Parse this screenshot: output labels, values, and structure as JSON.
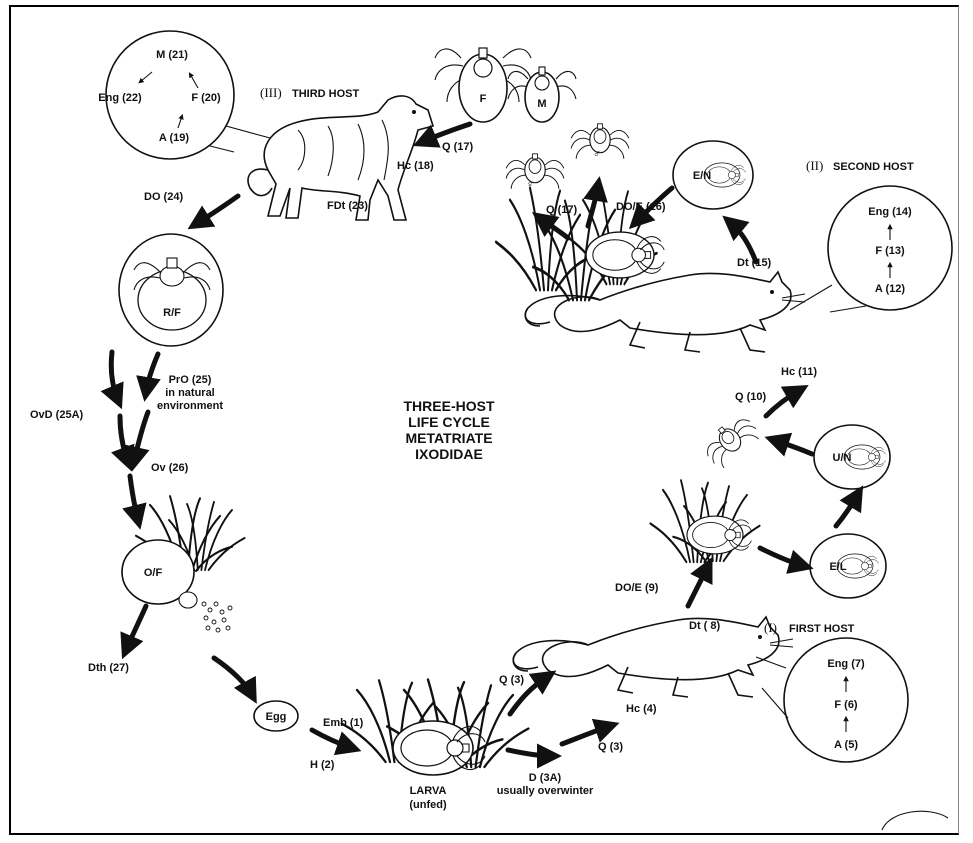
{
  "title": [
    "THREE-HOST",
    "LIFE CYCLE",
    "METATRIATE",
    "IXODIDAE"
  ],
  "hosts": {
    "first": {
      "numeral": "(I)",
      "label": "FIRST HOST",
      "cycle": [
        "Eng (7)",
        "F (6)",
        "A (5)"
      ]
    },
    "second": {
      "numeral": "(II)",
      "label": "SECOND HOST",
      "cycle": [
        "Eng (14)",
        "F (13)",
        "A (12)"
      ]
    },
    "third": {
      "numeral": "(III)",
      "label": "THIRD HOST",
      "cycle": [
        "M (21)",
        "Eng (22)",
        "F (20)",
        "A (19)"
      ]
    }
  },
  "stages": {
    "egg": "Egg",
    "larva": [
      "LARVA",
      "(unfed)"
    ],
    "of": "O/F",
    "rf": "R/F",
    "en": "E/N",
    "un": "U/N",
    "el": "E/L",
    "f": "F",
    "m": "M",
    "female_sym": "♀",
    "male_sym": "♂"
  },
  "steps": {
    "emb": "Emb (1)",
    "h": "H (2)",
    "q3a": "Q (3)",
    "q3b": "Q (3)",
    "hc4": "Hc (4)",
    "d3a": "D  (3A)",
    "overwinter": "usually overwinter",
    "dt8": "Dt  ( 8)",
    "doe9": "DO/E (9)",
    "q10": "Q (10)",
    "hc11": "Hc (11)",
    "dt15": "Dt (15)",
    "doe16": "DO/E (16)",
    "q17a": "Q (17)",
    "q17b": "Q (17)",
    "hc18": "Hc (18)",
    "fdt23": "FDt (23)",
    "do24": "DO (24)",
    "pro25": [
      "PrO (25)",
      "in natural",
      "environment"
    ],
    "ovd25a": "OvD (25A)",
    "ov26": "Ov (26)",
    "dth27": "Dth (27)"
  }
}
